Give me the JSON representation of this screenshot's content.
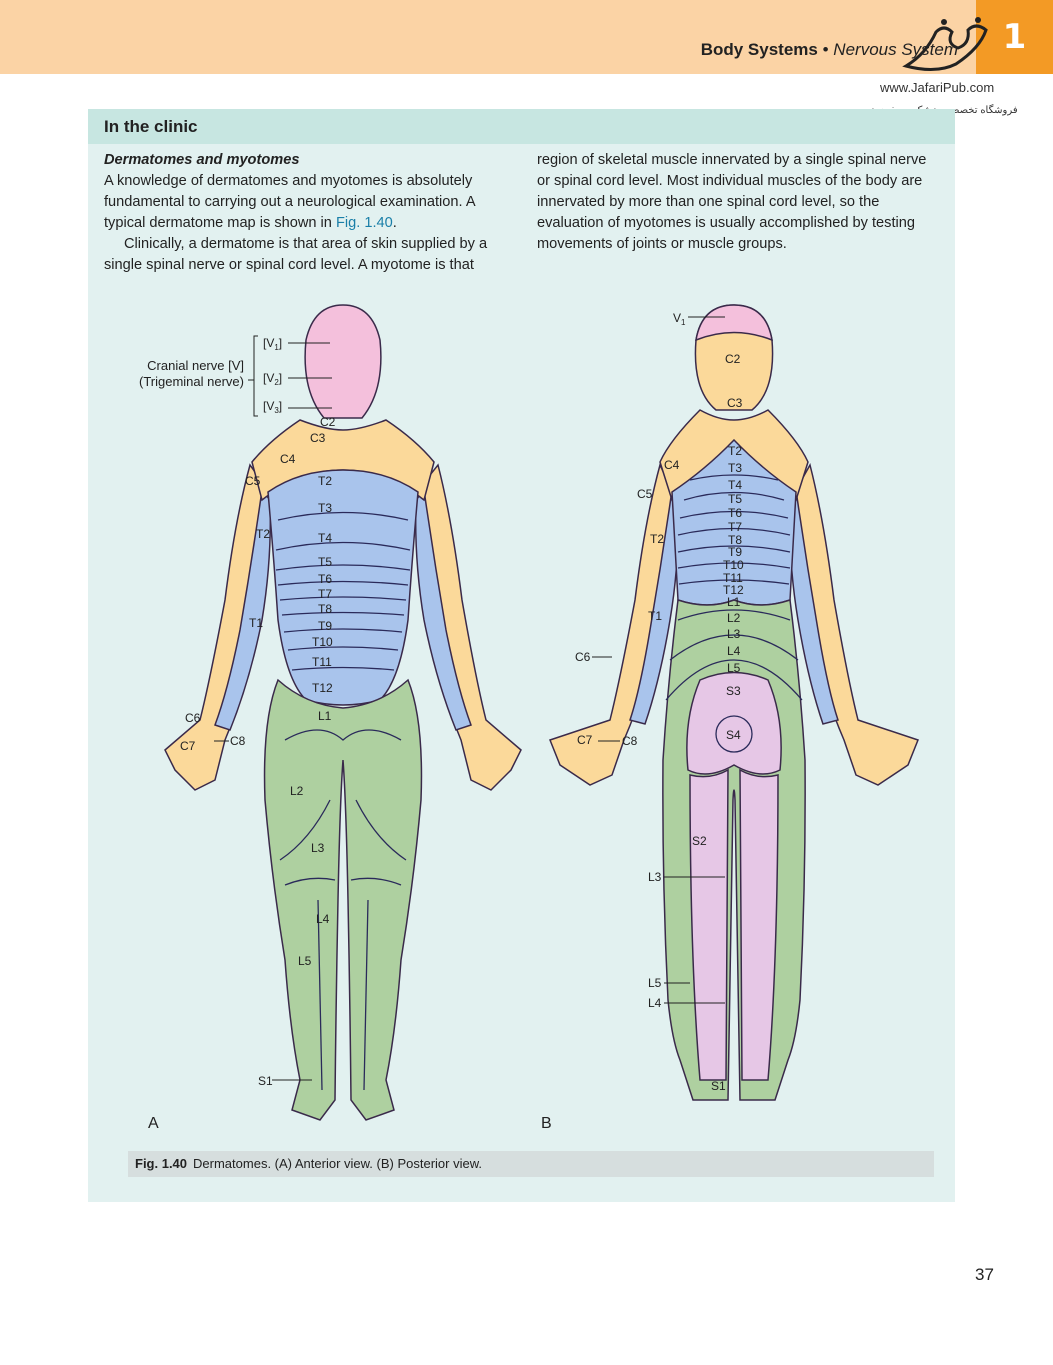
{
  "header": {
    "system": "Body Systems",
    "bullet": "•",
    "subsystem": "Nervous System",
    "chapter_number": "1",
    "site_url": "www.JafariPub.com",
    "site_persian": "فروشگاه تخصصی پزشکی جعفری نوین"
  },
  "clinic": {
    "title": "In the clinic",
    "heading": "Dermatomes and myotomes",
    "para1": "A knowledge of dermatomes and myotomes is absolutely fundamental to carrying out a neurological examination. A typical dermatome map is shown in ",
    "para1_ref": "Fig. 1.40",
    "para1_end": ".",
    "para2": "Clinically, a dermatome is that area of skin supplied by a single spinal nerve or spinal cord level. A myotome is that region of skeletal muscle innervated by a single spinal nerve or spinal cord level. Most individual muscles of the body are innervated by more than one spinal cord level, so the evaluation of myotomes is usually accomplished by testing movements of joints or muscle groups."
  },
  "figure": {
    "panel_a": "A",
    "panel_b": "B",
    "cranial_nerve_label_line1": "Cranial nerve [V]",
    "cranial_nerve_label_line2": "(Trigeminal nerve)",
    "anterior_labels": [
      "[V1]",
      "[V2]",
      "[V3]",
      "C2",
      "C3",
      "C4",
      "C5",
      "T2",
      "T3",
      "T4",
      "T5",
      "T6",
      "T7",
      "T8",
      "T9",
      "T10",
      "T11",
      "T12",
      "L1",
      "T2",
      "T1",
      "C6",
      "C7",
      "C8",
      "L2",
      "L3",
      "L4",
      "L5",
      "S1"
    ],
    "posterior_labels": [
      "V1",
      "C2",
      "C3",
      "T2",
      "T3",
      "T4",
      "T5",
      "T6",
      "T7",
      "T8",
      "T9",
      "T10",
      "T11",
      "T12",
      "L1",
      "L2",
      "L3",
      "L4",
      "L5",
      "C4",
      "C5",
      "T2",
      "T1",
      "C6",
      "C7",
      "C8",
      "S3",
      "S4",
      "S2",
      "L3",
      "L5",
      "L4",
      "S1"
    ],
    "colors": {
      "trigeminal": "#f4c0dc",
      "cervical": "#fbd99a",
      "thoracic": "#a9c4ec",
      "lumbar": "#aed0a0",
      "sacral": "#e6c7e6",
      "lines": "#2a2a5a"
    }
  },
  "caption": {
    "number": "Fig. 1.40",
    "text": "Dermatomes. (A) Anterior view. (B) Posterior view."
  },
  "page_number": "37"
}
